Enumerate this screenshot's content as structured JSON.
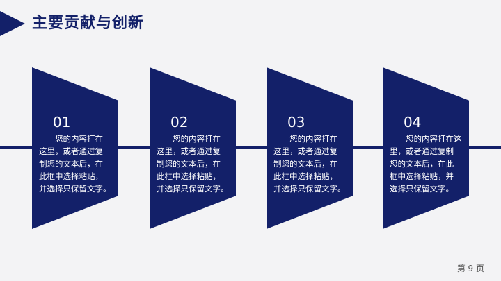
{
  "header": {
    "title": "主要贡献与创新"
  },
  "colors": {
    "accent": "#132069",
    "background": "#f3f3f5"
  },
  "cards": [
    {
      "number": "01",
      "text": "　　您的内容打在\n这里，或者通过复\n制您的文本后，在\n此框中选择粘贴，\n并选择只保留文字。"
    },
    {
      "number": "02",
      "text": "　　您的内容打在\n这里，或者通过复\n制您的文本后，在\n此框中选择粘贴，\n并选择只保留文字。"
    },
    {
      "number": "03",
      "text": "　　您的内容打在\n这里，或者通过复\n制您的文本后，在\n此框中选择粘贴，\n并选择只保留文字。"
    },
    {
      "number": "04",
      "text": "　　您的内容打在这\n里，或者通过复制\n您的文本后，在此\n框中选择粘贴，并\n选择只保留文字。"
    }
  ],
  "footer": {
    "page_label": "第 9 页"
  }
}
